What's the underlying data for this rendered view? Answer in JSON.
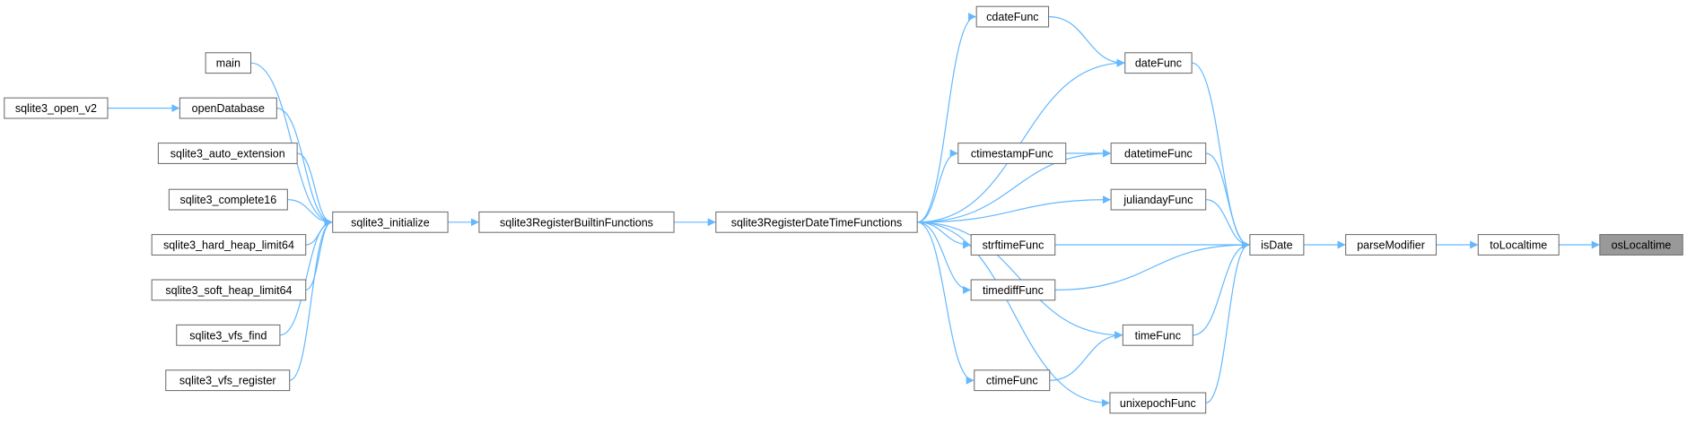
{
  "graph": {
    "colors": {
      "edge": "#63b8ff",
      "node_border": "#666666",
      "node_fill": "#ffffff",
      "highlight_fill": "#999999"
    },
    "nodes": {
      "sqlite3_open_v2": "sqlite3_open_v2",
      "main": "main",
      "openDatabase": "openDatabase",
      "sqlite3_auto_extension": "sqlite3_auto_extension",
      "sqlite3_complete16": "sqlite3_complete16",
      "sqlite3_hard_heap_limit64": "sqlite3_hard_heap_limit64",
      "sqlite3_soft_heap_limit64": "sqlite3_soft_heap_limit64",
      "sqlite3_vfs_find": "sqlite3_vfs_find",
      "sqlite3_vfs_register": "sqlite3_vfs_register",
      "sqlite3_initialize": "sqlite3_initialize",
      "sqlite3RegisterBuiltinFunctions": "sqlite3RegisterBuiltinFunctions",
      "sqlite3RegisterDateTimeFunctions": "sqlite3RegisterDateTimeFunctions",
      "cdateFunc": "cdateFunc",
      "dateFunc": "dateFunc",
      "ctimestampFunc": "ctimestampFunc",
      "datetimeFunc": "datetimeFunc",
      "juliandayFunc": "juliandayFunc",
      "strftimeFunc": "strftimeFunc",
      "timediffFunc": "timediffFunc",
      "timeFunc": "timeFunc",
      "ctimeFunc": "ctimeFunc",
      "unixepochFunc": "unixepochFunc",
      "isDate": "isDate",
      "parseModifier": "parseModifier",
      "toLocaltime": "toLocaltime",
      "osLocaltime": "osLocaltime"
    },
    "highlighted": "osLocaltime",
    "edges": [
      [
        "sqlite3_open_v2",
        "openDatabase"
      ],
      [
        "main",
        "sqlite3_initialize"
      ],
      [
        "openDatabase",
        "sqlite3_initialize"
      ],
      [
        "sqlite3_auto_extension",
        "sqlite3_initialize"
      ],
      [
        "sqlite3_complete16",
        "sqlite3_initialize"
      ],
      [
        "sqlite3_hard_heap_limit64",
        "sqlite3_initialize"
      ],
      [
        "sqlite3_soft_heap_limit64",
        "sqlite3_initialize"
      ],
      [
        "sqlite3_vfs_find",
        "sqlite3_initialize"
      ],
      [
        "sqlite3_vfs_register",
        "sqlite3_initialize"
      ],
      [
        "sqlite3_initialize",
        "sqlite3RegisterBuiltinFunctions"
      ],
      [
        "sqlite3RegisterBuiltinFunctions",
        "sqlite3RegisterDateTimeFunctions"
      ],
      [
        "sqlite3RegisterDateTimeFunctions",
        "cdateFunc"
      ],
      [
        "sqlite3RegisterDateTimeFunctions",
        "dateFunc"
      ],
      [
        "sqlite3RegisterDateTimeFunctions",
        "datetimeFunc"
      ],
      [
        "sqlite3RegisterDateTimeFunctions",
        "ctimestampFunc"
      ],
      [
        "sqlite3RegisterDateTimeFunctions",
        "juliandayFunc"
      ],
      [
        "sqlite3RegisterDateTimeFunctions",
        "strftimeFunc"
      ],
      [
        "sqlite3RegisterDateTimeFunctions",
        "timediffFunc"
      ],
      [
        "sqlite3RegisterDateTimeFunctions",
        "timeFunc"
      ],
      [
        "sqlite3RegisterDateTimeFunctions",
        "ctimeFunc"
      ],
      [
        "sqlite3RegisterDateTimeFunctions",
        "unixepochFunc"
      ],
      [
        "cdateFunc",
        "dateFunc"
      ],
      [
        "ctimestampFunc",
        "datetimeFunc"
      ],
      [
        "ctimeFunc",
        "timeFunc"
      ],
      [
        "dateFunc",
        "isDate"
      ],
      [
        "datetimeFunc",
        "isDate"
      ],
      [
        "juliandayFunc",
        "isDate"
      ],
      [
        "strftimeFunc",
        "isDate"
      ],
      [
        "timediffFunc",
        "isDate"
      ],
      [
        "timeFunc",
        "isDate"
      ],
      [
        "unixepochFunc",
        "isDate"
      ],
      [
        "isDate",
        "parseModifier"
      ],
      [
        "parseModifier",
        "toLocaltime"
      ],
      [
        "toLocaltime",
        "osLocaltime"
      ]
    ]
  }
}
